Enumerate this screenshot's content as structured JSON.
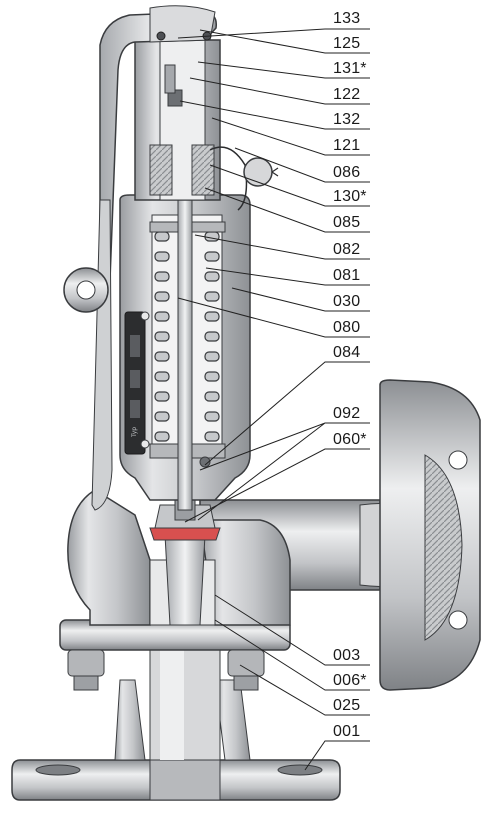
{
  "callouts": [
    {
      "id": "133"
    },
    {
      "id": "125"
    },
    {
      "id": "131*"
    },
    {
      "id": "122"
    },
    {
      "id": "132"
    },
    {
      "id": "121"
    },
    {
      "id": "086"
    },
    {
      "id": "130*"
    },
    {
      "id": "085"
    },
    {
      "id": "082"
    },
    {
      "id": "081"
    },
    {
      "id": "030"
    },
    {
      "id": "080"
    },
    {
      "id": "084"
    },
    {
      "id": "092"
    },
    {
      "id": "060*"
    },
    {
      "id": "003"
    },
    {
      "id": "006*"
    },
    {
      "id": "025"
    },
    {
      "id": "001"
    }
  ],
  "colors": {
    "metal": "#c9cbcd",
    "metal_light": "#e6e7e8",
    "metal_dark": "#8d9094",
    "outline": "#3a3c3f",
    "seal": "#d8504f",
    "leader": "#222222"
  },
  "valve_type_label": "Typ"
}
